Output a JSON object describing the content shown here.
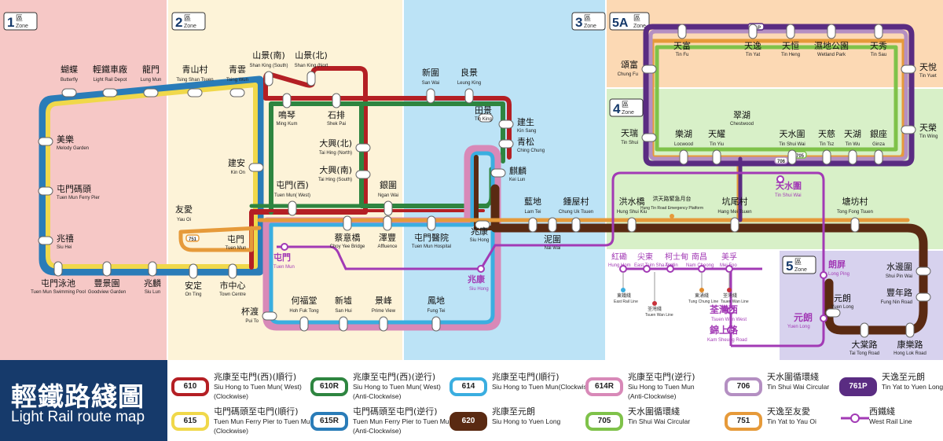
{
  "zones": [
    {
      "num": "1",
      "zh": "區",
      "en": "Zone",
      "color": "#f6c8c6"
    },
    {
      "num": "2",
      "zh": "區",
      "en": "Zone",
      "color": "#fdf3d8"
    },
    {
      "num": "3",
      "zh": "區",
      "en": "Zone",
      "color": "#bce3f6"
    },
    {
      "num": "4",
      "zh": "區",
      "en": "Zone",
      "color": "#d8f0c8"
    },
    {
      "num": "5A",
      "zh": "區",
      "en": "Zone",
      "color": "#fcd9b4"
    },
    {
      "num": "5",
      "zh": "區",
      "en": "Zone",
      "color": "#d7d2ee"
    }
  ],
  "stations": [
    {
      "id": "butterfly",
      "zh": "蝴蝶",
      "en": "Butterfly"
    },
    {
      "id": "depot",
      "zh": "輕鐵車廠",
      "en": "Light Rail Depot"
    },
    {
      "id": "lungmun",
      "zh": "龍門",
      "en": "Lung Mun"
    },
    {
      "id": "tsingshantsuen",
      "zh": "青山村",
      "en": "Tsing Shan Tsuen"
    },
    {
      "id": "tsingwun",
      "zh": "青雲",
      "en": "Tsing Wun"
    },
    {
      "id": "melody",
      "zh": "美樂",
      "en": "Melody Garden"
    },
    {
      "id": "ferrypier",
      "zh": "屯門碼頭",
      "en": "Tuen Mun Ferry Pier"
    },
    {
      "id": "siuhei",
      "zh": "兆禧",
      "en": "Siu Hei"
    },
    {
      "id": "swimmingpool",
      "zh": "屯門泳池",
      "en": "Tuen Mun Swimming Pool"
    },
    {
      "id": "goodview",
      "zh": "豐景園",
      "en": "Goodview Garden"
    },
    {
      "id": "siulun",
      "zh": "兆麟",
      "en": "Siu Lun"
    },
    {
      "id": "kinon",
      "zh": "建安",
      "en": "Kin On"
    },
    {
      "id": "yauoi",
      "zh": "友愛",
      "en": "Yau Oi"
    },
    {
      "id": "tuenmun",
      "zh": "屯門",
      "en": "Tuen Mun"
    },
    {
      "id": "onting",
      "zh": "安定",
      "en": "On Ting"
    },
    {
      "id": "towncentre",
      "zh": "市中心",
      "en": "Town Centre"
    },
    {
      "id": "puito",
      "zh": "杯渡",
      "en": "Pui To"
    },
    {
      "id": "shankings",
      "zh": "山景(南)",
      "en": "Shan King (South)"
    },
    {
      "id": "shankingn",
      "zh": "山景(北)",
      "en": "Shan King (Nort"
    },
    {
      "id": "mingkum",
      "zh": "鳴琴",
      "en": "Ming Kum"
    },
    {
      "id": "shekpai",
      "zh": "石排",
      "en": "Shek Pai"
    },
    {
      "id": "taihingn",
      "zh": "大興(北)",
      "en": "Tai Hing (North)"
    },
    {
      "id": "taihings",
      "zh": "大興(南)",
      "en": "Tai Hing (South)"
    },
    {
      "id": "tuenmunwest",
      "zh": "屯門(西)",
      "en": "Tuen Mun( West)"
    },
    {
      "id": "nganwai",
      "zh": "銀圍",
      "en": "Ngan Wai"
    },
    {
      "id": "choyyee",
      "zh": "蔡意橋",
      "en": "Choy Yee Bridge"
    },
    {
      "id": "affluence",
      "zh": "澤豐",
      "en": "Affluence"
    },
    {
      "id": "tmhospital",
      "zh": "屯門醫院",
      "en": "Tuen Mun Hospital"
    },
    {
      "id": "hohfuktong",
      "zh": "何福堂",
      "en": "Hoh Fuk Tong"
    },
    {
      "id": "sanhui",
      "zh": "新墟",
      "en": "San Hui"
    },
    {
      "id": "primeview",
      "zh": "景峰",
      "en": "Prime View"
    },
    {
      "id": "fungtei",
      "zh": "鳳地",
      "en": "Fung Tei"
    },
    {
      "id": "sanwai",
      "zh": "新圍",
      "en": "San Wai"
    },
    {
      "id": "leungking",
      "zh": "良景",
      "en": "Leung King"
    },
    {
      "id": "tinking",
      "zh": "田景",
      "en": "Tin King"
    },
    {
      "id": "kinsang",
      "zh": "建生",
      "en": "Kin Sang"
    },
    {
      "id": "chingchung",
      "zh": "青松",
      "en": "Ching Chung"
    },
    {
      "id": "keilun",
      "zh": "麒麟",
      "en": "Kei Lun"
    },
    {
      "id": "siuhong",
      "zh": "兆康",
      "en": "Siu Hong"
    },
    {
      "id": "lamtei",
      "zh": "藍地",
      "en": "Lam Tei"
    },
    {
      "id": "chunguktsuen",
      "zh": "鍾屋村",
      "en": "Chung Uk Tsuen"
    },
    {
      "id": "naiwai",
      "zh": "泥圍",
      "en": "Nai Wai"
    },
    {
      "id": "hungshuikiu",
      "zh": "洪水橋",
      "en": "Hung Shui Kiu"
    },
    {
      "id": "hangmeitsuen",
      "zh": "坑尾村",
      "en": "Hang Mei Tsuen"
    },
    {
      "id": "tongfong",
      "zh": "塘坊村",
      "en": "Tong Fong Tsuen"
    },
    {
      "id": "shuipinwai",
      "zh": "水邊圍",
      "en": "Shui Pin Wai"
    },
    {
      "id": "fungnin",
      "zh": "豐年路",
      "en": "Fung Nin Road"
    },
    {
      "id": "yuenlong",
      "zh": "元朗",
      "en": "Yuen Long"
    },
    {
      "id": "taitong",
      "zh": "大棠路",
      "en": "Tai Tong Road"
    },
    {
      "id": "honglok",
      "zh": "康樂路",
      "en": "Hong Lok Road"
    },
    {
      "id": "chungfu",
      "zh": "頌富",
      "en": "Chung Fu"
    },
    {
      "id": "tinfu",
      "zh": "天富",
      "en": "Tin Fu"
    },
    {
      "id": "tinyat",
      "zh": "天逸",
      "en": "Tin Yat"
    },
    {
      "id": "tinheng",
      "zh": "天恒",
      "en": "Tin Heng"
    },
    {
      "id": "wetland",
      "zh": "濕地公園",
      "en": "Wetland Park"
    },
    {
      "id": "tinsau",
      "zh": "天秀",
      "en": "Tin Sau"
    },
    {
      "id": "tinyuet",
      "zh": "天悅",
      "en": "Tin Yuet"
    },
    {
      "id": "chestwood",
      "zh": "翠湖",
      "en": "Chestwood"
    },
    {
      "id": "tinshui",
      "zh": "天瑞",
      "en": "Tin Shui"
    },
    {
      "id": "locwood",
      "zh": "樂湖",
      "en": "Locwood"
    },
    {
      "id": "tinyiu",
      "zh": "天耀",
      "en": "Tin Yiu"
    },
    {
      "id": "tinshuiwai",
      "zh": "天水圍",
      "en": "Tin Shui Wai"
    },
    {
      "id": "tintsz",
      "zh": "天慈",
      "en": "Tin Tsz"
    },
    {
      "id": "tinwu",
      "zh": "天湖",
      "en": "Tin Wu"
    },
    {
      "id": "ginza",
      "zh": "銀座",
      "en": "Ginza"
    },
    {
      "id": "tinwing",
      "zh": "天榮",
      "en": "Tin Wing"
    },
    {
      "id": "tswemg",
      "zh": "洪天路緊急月台",
      "en": "Hung Tin Road Emergency Platform"
    }
  ],
  "west_rail": {
    "tuenmun_zh": "屯門",
    "tuenmun_en": "Tuen Mun",
    "siuhong_zh": "兆康",
    "siuhong_en": "Siu Hong",
    "tsw_zh": "天水圍",
    "tsw_en": "Tin Shui Wai",
    "tsuenwanwest_zh": "荃灣西",
    "tsuenwanwest_en": "Tsuen Wan West",
    "kamsheung_zh": "錦上路",
    "kamsheung_en": "Kam Sheung Road",
    "yuenlong_zh": "元朗",
    "yuenlong_en": "Yuen Long",
    "longping_zh": "朗屏",
    "longping_en": "Long Ping",
    "hunghom_zh": "紅磡",
    "hunghom_en": "Hung Hom",
    "eti_zh": "尖東",
    "eti_en": "East Tsim Sha Tsui",
    "austin_zh": "柯士甸",
    "austin_en": "Austin",
    "namcheong_zh": "南昌",
    "namcheong_en": "Nam Cheong",
    "meifoo_zh": "美孚",
    "meifoo_en": "Mei Foo",
    "eastrail_zh": "東鐵綫",
    "eastrail_en": "East Rail Line",
    "tungchung_zh": "東涌綫",
    "tungchung_en": "Tung Chung Line",
    "tsuenwan_zh": "荃灣綫",
    "tsuenwan_en": "Tsuen Wan Line",
    "tsuenwan2_zh": "荃灣綫",
    "tsuenwan2_en": "Tsuen Wan Line"
  },
  "badges": {
    "r751": "751",
    "r761": "761P",
    "r705": "705",
    "r706": "706"
  },
  "title": {
    "zh": "輕鐵路綫圖",
    "en": "Light Rail route map"
  },
  "legend": [
    {
      "code": "610",
      "color": "#b41f24",
      "dark": false,
      "zh": "兆康至屯門(西)(順行)",
      "en": "Siu Hong to Tuen Mun( West)",
      "en2": "(Clockwise)"
    },
    {
      "code": "610R",
      "color": "#2e8540",
      "dark": false,
      "zh": "兆康至屯門(西)(逆行)",
      "en": "Siu Hong to Tuen Mun( West)",
      "en2": "(Anti-Clockwise)"
    },
    {
      "code": "614",
      "color": "#3aaee0",
      "dark": false,
      "zh": "兆康至屯門(順行)",
      "en": "Siu Hong to Tuen Mun(Clockwise)",
      "en2": ""
    },
    {
      "code": "614R",
      "color": "#d889b8",
      "dark": false,
      "zh": "兆康至屯門(逆行)",
      "en": "Siu Hong to Tuen Mun",
      "en2": "(Anti-Clockwise)"
    },
    {
      "code": "706",
      "color": "#b48fc2",
      "dark": false,
      "zh": "天水圍循環綫",
      "en": "Tin Shui Wai Circular",
      "en2": ""
    },
    {
      "code": "761P",
      "color": "#5a2c82",
      "dark": true,
      "zh": "天逸至元朗",
      "en": "Tin Yat to Yuen Long",
      "en2": ""
    },
    {
      "code": "615",
      "color": "#f0d84a",
      "dark": false,
      "zh": "屯門碼頭至屯門(順行)",
      "en": "Tuen Mun Ferry Pier to Tuen Mun",
      "en2": "(Clockwise)"
    },
    {
      "code": "615R",
      "color": "#2a7cb8",
      "dark": false,
      "zh": "屯門碼頭至屯門(逆行)",
      "en": "Tuen Mun Ferry Pier to Tuen Mun",
      "en2": "(Anti-Clockwise)"
    },
    {
      "code": "620",
      "color": "#5a2a12",
      "dark": true,
      "zh": "兆康至元朗",
      "en": "Siu Hong to Yuen Long",
      "en2": ""
    },
    {
      "code": "705",
      "color": "#7fc24a",
      "dark": false,
      "zh": "天水圍循環綫",
      "en": "Tin Shui Wai Circular",
      "en2": ""
    },
    {
      "code": "751",
      "color": "#e69a3a",
      "dark": false,
      "zh": "天逸至友愛",
      "en": "Tin Yat to Yau Oi",
      "en2": ""
    }
  ],
  "legend_westrail": {
    "zh": "西鐵綫",
    "en": "West Rail Line",
    "color": "#a23ab5"
  }
}
